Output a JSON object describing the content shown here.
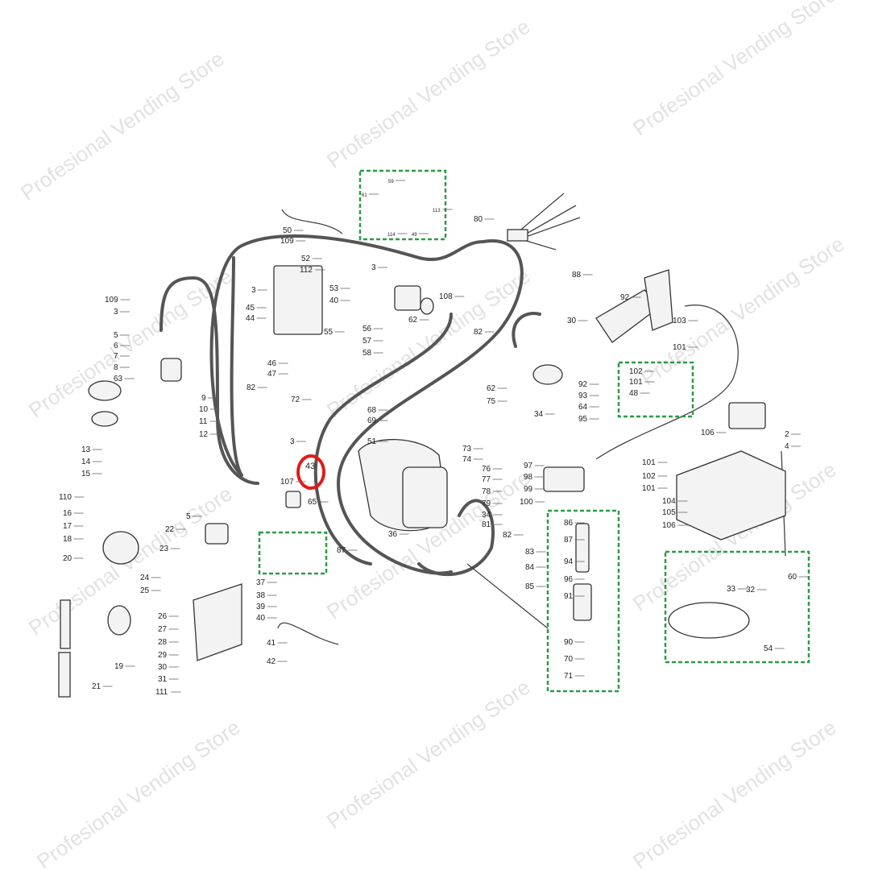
{
  "watermark": "Profesional Vending Store",
  "highlight": {
    "label": "43",
    "color": "#e01b1b"
  },
  "group_box_color": "#2e9b45",
  "part_labels": [
    "59",
    "61",
    "113",
    "114",
    "49",
    "50",
    "109",
    "52",
    "112",
    "3",
    "53",
    "45",
    "40",
    "44",
    "55",
    "56",
    "57",
    "58",
    "46",
    "47",
    "72",
    "3",
    "82",
    "3",
    "62",
    "108",
    "80",
    "82",
    "88",
    "109",
    "3",
    "5",
    "6",
    "7",
    "63",
    "8",
    "9",
    "10",
    "11",
    "12",
    "13",
    "14",
    "15",
    "68",
    "69",
    "51",
    "73",
    "74",
    "76",
    "77",
    "78",
    "79",
    "34",
    "81",
    "82",
    "83",
    "84",
    "85",
    "107",
    "65",
    "36",
    "87",
    "30",
    "34",
    "75",
    "62",
    "92",
    "103",
    "101",
    "92",
    "93",
    "64",
    "95",
    "102",
    "101",
    "48",
    "97",
    "98",
    "99",
    "100",
    "101",
    "102",
    "101",
    "106",
    "2",
    "4",
    "104",
    "105",
    "106",
    "86",
    "87",
    "94",
    "96",
    "91",
    "90",
    "70",
    "71",
    "33",
    "32",
    "60",
    "54",
    "110",
    "16",
    "17",
    "18",
    "20",
    "22",
    "5",
    "23",
    "24",
    "25",
    "37",
    "38",
    "39",
    "40",
    "26",
    "27",
    "28",
    "29",
    "30",
    "31",
    "111",
    "41",
    "42",
    "19",
    "21"
  ]
}
